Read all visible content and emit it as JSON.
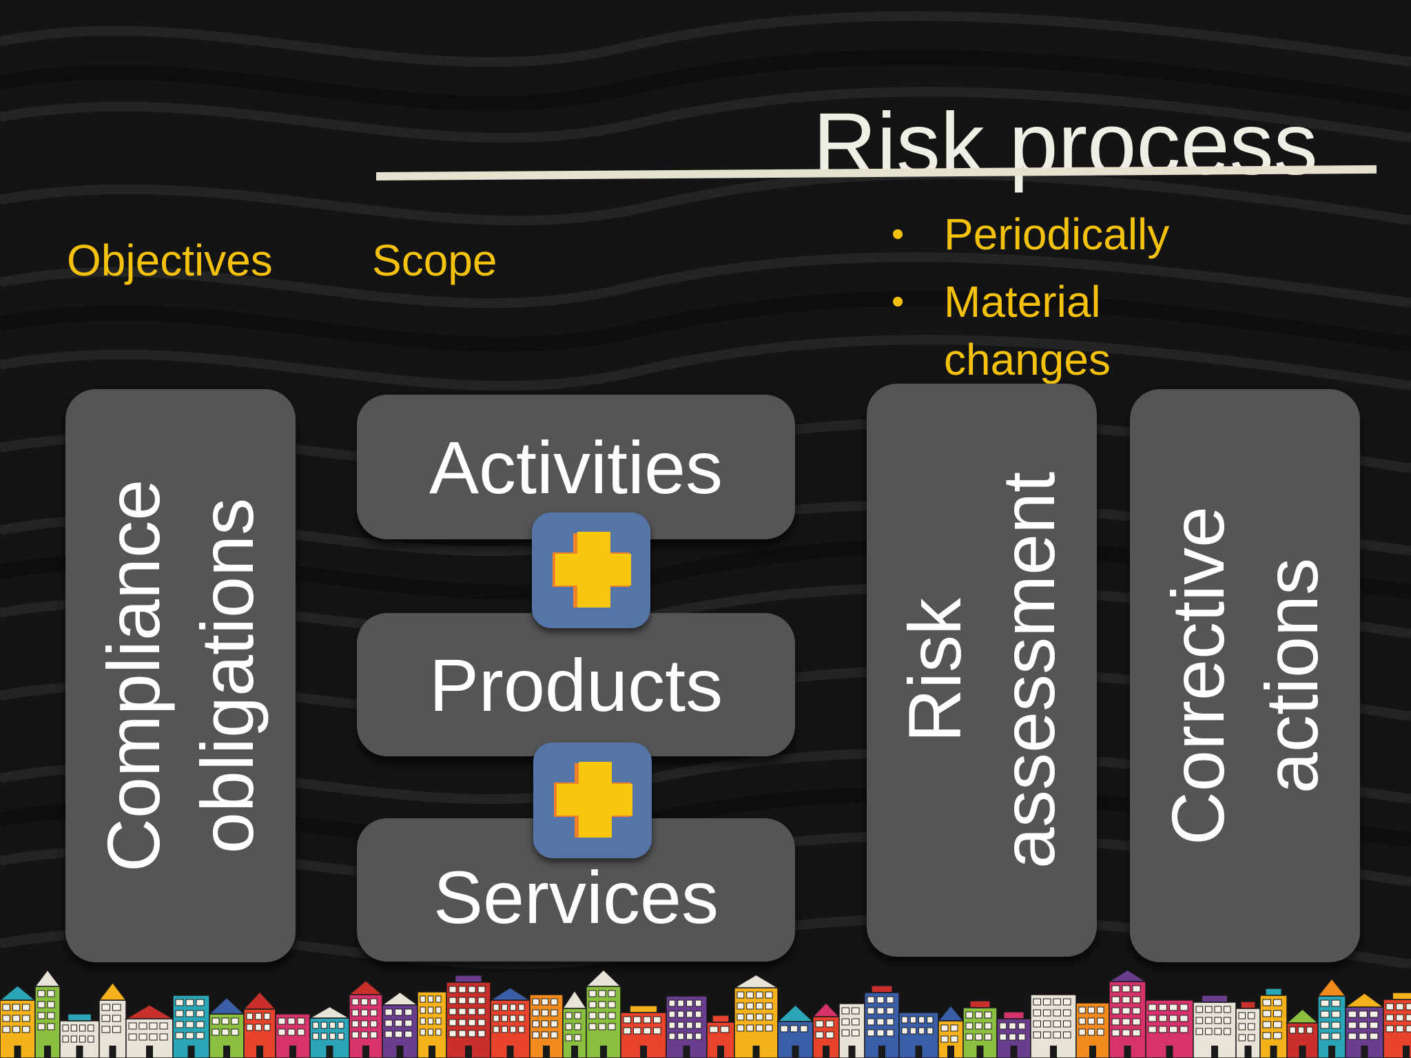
{
  "slide": {
    "title": "Risk process",
    "labels": {
      "objectives": "Objectives",
      "scope": "Scope"
    },
    "bullets": [
      "Periodically",
      "Material changes"
    ],
    "bullet_symbol": "•",
    "boxes": {
      "compliance": [
        "Compliance",
        "obligations"
      ],
      "activities": "Activities",
      "products": "Products",
      "services": "Services",
      "risk_assessment": [
        "Risk",
        "assessment"
      ],
      "corrective_actions": [
        "Corrective",
        "actions"
      ]
    },
    "icons": {
      "connector": "plus-icon",
      "footer": "city-skyline-illustration"
    },
    "colors": {
      "background": "#141414",
      "title": "#efefe6",
      "accent_text": "#f4c20d",
      "box_fill": "#555558",
      "box_text": "#ffffff",
      "plus_tile": "#5575a8",
      "plus_sign": "#f9c80e"
    }
  }
}
